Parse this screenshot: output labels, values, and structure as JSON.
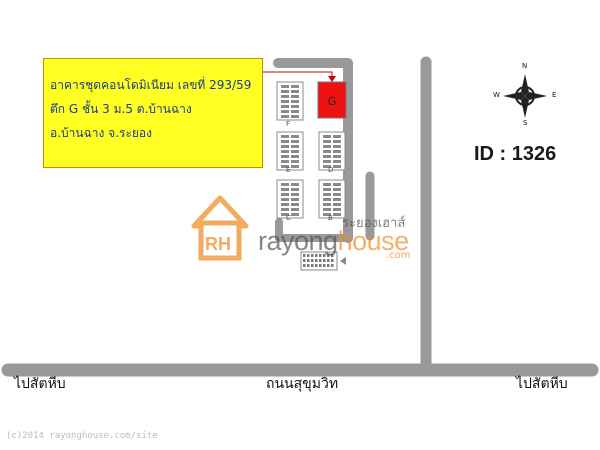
{
  "info_box": {
    "line1": "อาคารชุดคอนโดมิเนียม เลขที่ 293/59",
    "line2": "ตึก G ชั้น 3 ม.5 ต.บ้านฉาง",
    "line3": "อ.บ้านฉาง จ.ระยอง"
  },
  "id_label": "ID : 1326",
  "roads": {
    "left_label": "ไปสัตหีบ",
    "center_label": "ถนนสุขุมวิท",
    "right_label": "ไปสัตหีบ"
  },
  "buildings": {
    "target_label": "G",
    "labels": [
      "F",
      "E",
      "D",
      "C",
      "B"
    ]
  },
  "compass": {
    "n": "N",
    "e": "E",
    "s": "S",
    "w": "W"
  },
  "watermark": {
    "logo_text": "RH",
    "thai": "ระยองเฮาส์",
    "brand_part1": "rayong",
    "brand_part2": "house",
    "domain": ".com"
  },
  "copyright": "(c)2014 rayonghouse.com/site",
  "colors": {
    "road": "#999999",
    "info_box_fill": "#ffff22",
    "info_box_text": "#1a3a8a",
    "target_building": "#ee1111",
    "arrow": "#cc0000",
    "watermark_orange": "#f0902a"
  }
}
